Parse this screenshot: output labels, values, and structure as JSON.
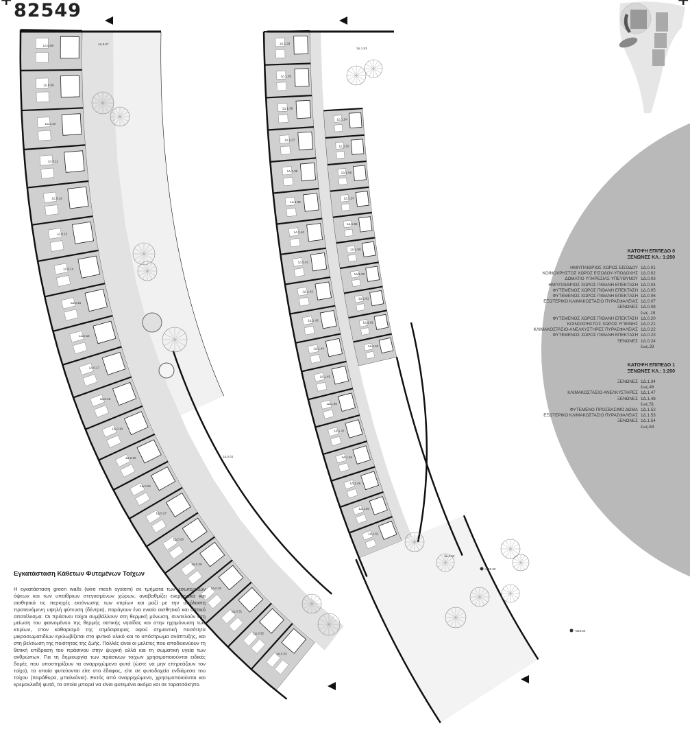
{
  "title": "82549",
  "legend_level0": {
    "heading1": "ΚΑΤΟΨΗ ΕΠΙΠΕΔΟ 0",
    "heading2": "ΞΕΝΩΝΕΣ ΚΛ.: 1:200",
    "rows": [
      {
        "name": "ΗΜΙΥΠΑΙΘΡΙΟΣ ΧΩΡΟΣ ΕΙΣΟΔΟΥ",
        "code": "1Δ.0.01"
      },
      {
        "name": "ΚΟΙΝΟΧΡΗΣΤΟΣ ΧΩΡΟΣ ΕΙΣΟΔΟΥ-ΥΠΟΔΟΧΗΣ",
        "code": "1Δ.0.02"
      },
      {
        "name": "ΔΩΜΑΤΙΟ ΥΠΗΡΕΣΙΑΣ-ΥΠΕΥΘΥΝΟΥ",
        "code": "1Δ.0.03"
      },
      {
        "name": "ΗΜΙΥΠΑΙΘΡΙΟΣ ΧΩΡΟΣ ΠΙΘΑΝΗ ΕΠΕΚΤΑΣΗ",
        "code": "1Δ.0.04"
      },
      {
        "name": "ΦΥΤΕΜΕΝΟΣ ΧΩΡΟΣ ΠΙΘΑΝΗ ΕΠΕΚΤΑΣΗ",
        "code": "1Δ.0.05"
      },
      {
        "name": "ΦΥΤΕΜΕΝΟΣ ΧΩΡΟΣ ΠΙΘΑΝΗ ΕΠΕΚΤΑΣΗ",
        "code": "1Δ.0.06"
      },
      {
        "name": "ΕΞΩΤΕΡΙΚΟ ΚΛΙΜΑΚΟΣΤΑΣΙΟ ΠΥΡΑΣΦΑΛΕΙΑΣ",
        "code": "1Δ.0.07"
      },
      {
        "name": "ΞΕΝΩΝΕΣ",
        "code": "1Δ.0.08"
      },
      {
        "name": "",
        "code": "έως .19"
      },
      {
        "name": "ΦΥΤΕΜΕΝΟΣ ΧΩΡΟΣ ΠΙΘΑΝΗ ΕΠΕΚΤΑΣΗ",
        "code": "1Δ.0.20"
      },
      {
        "name": "ΚΟΙΝΟΧΡΗΣΤΟΣ ΧΩΡΟΣ ΥΓΙΕΙΝΗΣ",
        "code": "1Δ.0.21"
      },
      {
        "name": "ΚΛΙΜΑΚΟΣΤΑΣΙΟ-ΑΝΕΛΚΥΣΤΗΡΕΣ ΠΥΡΑΣΦΑΛΕΙΑΣ",
        "code": "1Δ.0.22"
      },
      {
        "name": "ΦΥΤΕΜΕΝΟΣ ΧΩΡΟΣ ΠΙΘΑΝΗ ΕΠΕΚΤΑΣΗ",
        "code": "1Δ.0.23"
      },
      {
        "name": "ΞΕΝΩΝΕΣ",
        "code": "1Δ.0.24"
      },
      {
        "name": "",
        "code": "έως.33"
      }
    ]
  },
  "legend_level1": {
    "heading1": "ΚΑΤΟΨΗ ΕΠΙΠΕΔΟ 1",
    "heading2": "ΞΕΝΩΝΕΣ ΚΛ.: 1:200",
    "rows": [
      {
        "name": "ΞΕΝΩΝΕΣ",
        "code": "1Δ.1.34"
      },
      {
        "name": "",
        "code": "έως.46"
      },
      {
        "name": "ΚΛΙΜΑΚΟΣΤΑΣΙΟ-ΑΝΕΛΚΥΣΤΗΡΕΣ",
        "code": "1Δ.1.47"
      },
      {
        "name": "ΞΕΝΩΝΕΣ",
        "code": "1Δ.1.48"
      },
      {
        "name": "",
        "code": "έως.51"
      },
      {
        "name": "ΦΥΤΕΜΕΝΟ ΠΡΟΣΒΑΣΙΜΟ ΔΩΜΑ",
        "code": "1Δ.1.52"
      },
      {
        "name": "ΕΞΩΤΕΡΙΚΟ ΚΛΙΜΑΚΟΣΤΑΣΙΟ ΠΥΡΑΣΦΑΛΕΙΑΣ",
        "code": "1Δ.1.53"
      },
      {
        "name": "ΞΕΝΩΝΕΣ",
        "code": "1Δ.1.54"
      },
      {
        "name": "",
        "code": "έως.64"
      }
    ]
  },
  "text_block": {
    "heading": "Εγκατάσταση Κάθετων Φυτεμένων Τοίχων",
    "body": "Η εγκατάσταση green walls (wire mesh system) σε τμήματα των εσωτερικών όψεων και των υπαίθριων στεγασμένων χώρων, αναβαθμίζει ενεργειακά και αισθητικά τις περιοχές εκτόνωσης των κτιρίων και μαζί με την υπόλοιπη προτεινόμενη υψηλή φύτευση (δέντρα), παράγουν ένα ενιαίο αισθητικό και οπτικό αποτέλεσμα. Οι πράσινοι τοίχοι συμβάλλουν στη θερμική μόνωση, συντελούν στη μείωση του φαινομένου της θερμής αστικής νησίδας και στην ηχομόνωση των κτιρίων, στον καθαρισμό της ατμόσφαιρας αφού σημαντική ποσότητα μικροσωματιδίων εγκλωβίζεται στο φυτικό υλικό και το υπόστρωμα ανάπτυξης, και στη βελτίωση της ποιότητας της ζωής. Πολλές είναι οι μελέτες που αποδεικνύουν τη θετική επίδραση του πράσινου στην ψυχική αλλά και τη σωματική υγεία των ανθρώπων. Για τη δημιουργία των πράσινων τοίχων χρησιμοποιούνται ειδικές δομές που υποστηρίζουν τα αναρριχώμενα φυτά (ώστε να μην επηρεάζουν τον τοίχο), τα οποία φυτεύονται είτε στο έδαφος, είτε σε φυτοδοχεία ενδιάμεσα του τοίχου (παράθυρα, μπαλκόνια). Εκτός από αναρριχώμενα, χρησιμοποιούνται και κρεμοκλαδή φυτά, τα οποία μπορεί να είναι φυτεμένα ακόμα και σε ταρατσόκηπο."
  },
  "plan_level0": {
    "rooms": [
      "1Δ.0.08",
      "1Δ.0.09",
      "1Δ.0.10",
      "1Δ.0.11",
      "1Δ.0.12",
      "1Δ.0.13",
      "1Δ.0.14",
      "1Δ.0.15",
      "1Δ.0.16",
      "1Δ.0.17",
      "1Δ.0.18",
      "1Δ.0.19",
      "1Δ.0.20",
      "1Δ.0.22",
      "1Δ.0.27",
      "1Δ.0.28",
      "1Δ.0.29",
      "1Δ.0.30",
      "1Δ.0.31",
      "1Δ.0.32",
      "1Δ.0.33"
    ],
    "stair_label": "1Δ.0.07",
    "court_label": "1Δ.0.01"
  },
  "plan_level1": {
    "rooms_outer": [
      "1Δ.1.34",
      "1Δ.1.35",
      "1Δ.1.36",
      "1Δ.1.37",
      "1Δ.1.38",
      "1Δ.1.39",
      "1Δ.1.40",
      "1Δ.1.41",
      "1Δ.1.42",
      "1Δ.1.43",
      "1Δ.1.44",
      "1Δ.1.45",
      "1Δ.1.46",
      "1Δ.1.47",
      "1Δ.1.48",
      "1Δ.1.49",
      "1Δ.1.50",
      "1Δ.1.51"
    ],
    "rooms_inner": [
      "1Δ.1.54",
      "1Δ.1.55",
      "1Δ.1.56",
      "1Δ.1.57",
      "1Δ.1.58",
      "1Δ.1.59",
      "1Δ.1.60",
      "1Δ.1.61",
      "1Δ.1.62",
      "1Δ.1.63"
    ],
    "stair_label": "1Δ.1.53",
    "terrace_label": "1Δ.1.52",
    "elevation_1": "+350.30",
    "elevation_2": "+346.60"
  },
  "colors": {
    "room_fill": "#d0d0d0",
    "circle": "#b9b9b9",
    "wall": "#111111"
  }
}
